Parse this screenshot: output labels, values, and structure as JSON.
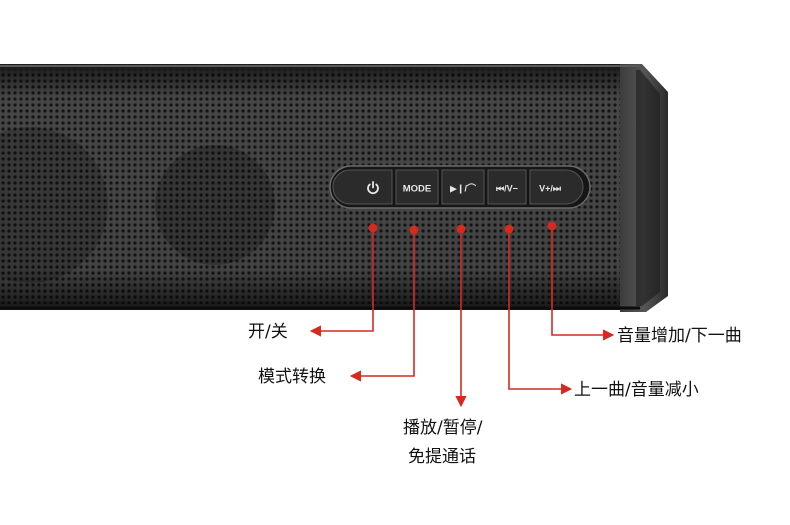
{
  "device": {
    "buttons": [
      {
        "id": "power",
        "icon": "power-icon",
        "label": ""
      },
      {
        "id": "mode",
        "icon": "",
        "label": "MODE"
      },
      {
        "id": "play",
        "icon": "",
        "label": "▶❙/⌒"
      },
      {
        "id": "prev",
        "icon": "",
        "label": "⏮/V−"
      },
      {
        "id": "next",
        "icon": "",
        "label": "V+/⏭"
      }
    ]
  },
  "callouts": {
    "power": "开/关",
    "mode": "模式转换",
    "play_line1": "播放/暂停/",
    "play_line2": "免提通话",
    "prev": "上一曲/音量减小",
    "next": "音量增加/下一曲"
  },
  "colors": {
    "accent": "#d42a20",
    "grille": "#3a3a3a",
    "button": "#2b2b2b",
    "button_label": "#e6e6e6"
  }
}
